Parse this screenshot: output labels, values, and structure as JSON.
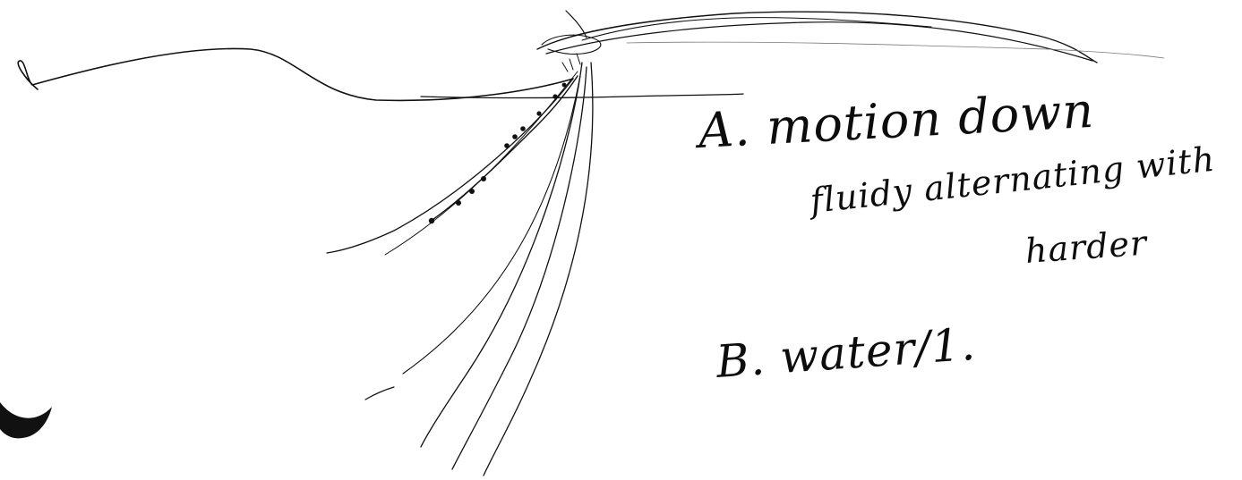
{
  "notes": {
    "a_title": "A. motion down",
    "a_line2": "fluidy alternating with",
    "a_line3": "harder",
    "b_title": "B. water/1."
  },
  "colors": {
    "paper": "#ffffff",
    "ink": "#111111"
  }
}
